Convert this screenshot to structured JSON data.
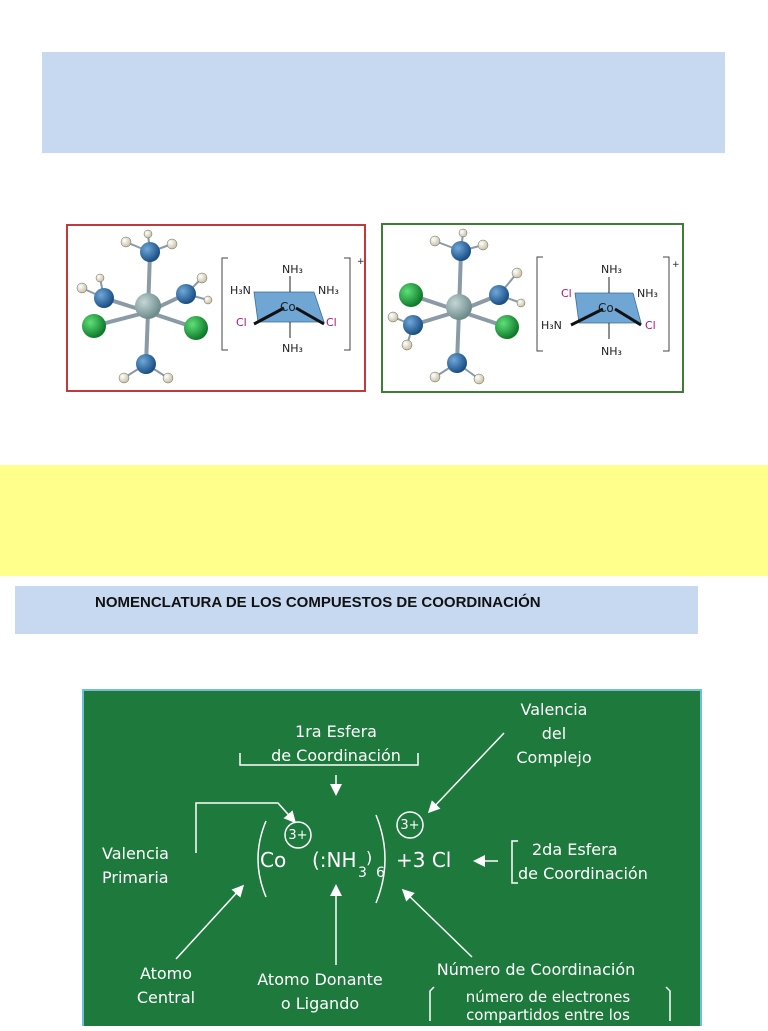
{
  "section_title": "NOMENCLATURA DE LOS COMPUESTOS DE COORDINACIÓN",
  "structures": {
    "trans": {
      "ligand_top": "NH₃",
      "ligand_left_up": "H₃N",
      "ligand_right_up": "NH₃",
      "ligand_left_down": "Cl",
      "ligand_right_down": "Cl",
      "ligand_bottom": "NH₃",
      "metal": "Co",
      "charge": "+"
    },
    "cis": {
      "ligand_top": "NH₃",
      "ligand_left_up": "Cl",
      "ligand_right_up": "NH₃",
      "ligand_left_down": "H₃N",
      "ligand_right_down": "Cl",
      "ligand_bottom": "NH₃",
      "metal": "Co",
      "charge": "+"
    }
  },
  "board": {
    "first_sphere_l1": "1ra Esfera",
    "first_sphere_l2": "de Coordinación",
    "complex_valence_l1": "Valencia",
    "complex_valence_l2": "del",
    "complex_valence_l3": "Complejo",
    "primary_valence_l1": "Valencia",
    "primary_valence_l2": "Primaria",
    "formula_metal": "Co",
    "formula_ox": "3+",
    "formula_ligand": "(:NH",
    "formula_sub3": "3",
    "formula_close": ")",
    "formula_sub6": "6",
    "formula_counter": "+3 Cl",
    "complex_charge": "3+",
    "second_sphere_l1": "2da Esfera",
    "second_sphere_l2": "de Coordinación",
    "central_atom_l1": "Atomo",
    "central_atom_l2": "Central",
    "donor_atom_l1": "Atomo Donante",
    "donor_atom_l2": "o Ligando",
    "coord_number_l1": "Número de Coordinación",
    "coord_number_l2": "número de electrones",
    "coord_number_l3": "compartidos entre los"
  },
  "colors": {
    "blue_band": "#c6d9f1",
    "yellow_band": "#ffff8c",
    "board_green": "#1e7a3c",
    "trans_border": "#c0393b",
    "cis_border": "#3e7d38"
  }
}
